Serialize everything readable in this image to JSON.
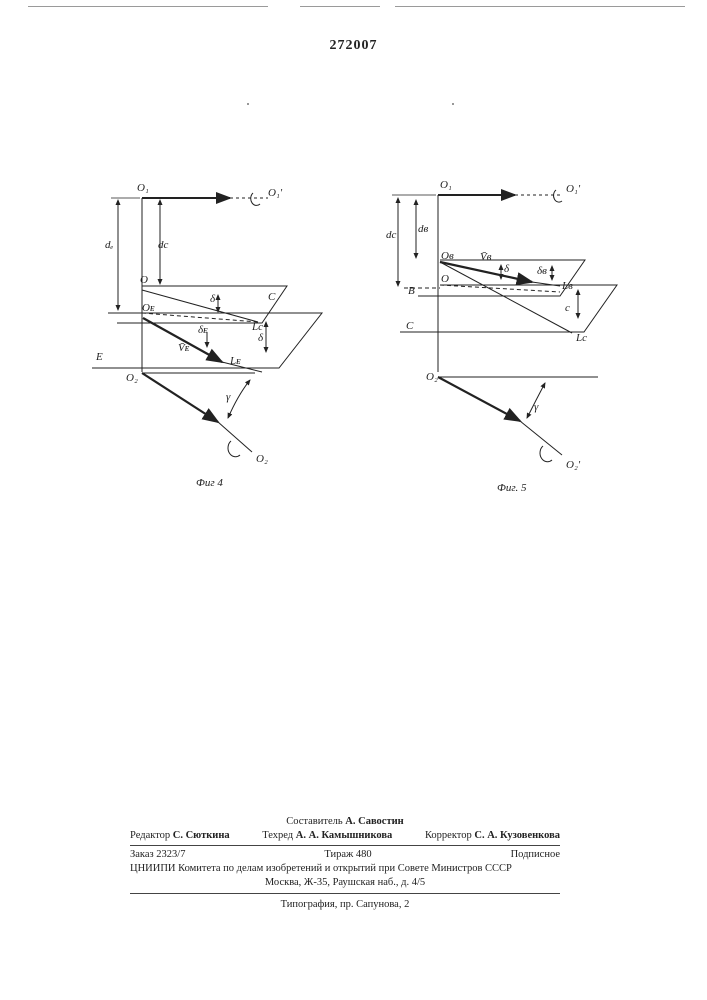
{
  "patent_number": "272007",
  "fig4": {
    "caption": "Фиг 4",
    "labels": {
      "O1": "O₁",
      "O1p": "O₁′",
      "dE": "dₑ",
      "dc": "dc",
      "O": "O",
      "C": "C",
      "OE": "Oᴇ",
      "delta": "δ",
      "deltaE": "δᴇ",
      "Lc": "Lc",
      "VE": "V̄ᴇ",
      "LE": "Lᴇ",
      "E": "E",
      "O2": "O₂",
      "gamma": "γ",
      "O2b": "O₂"
    }
  },
  "fig5": {
    "caption": "Фиг. 5",
    "labels": {
      "O1": "O₁",
      "O1p": "O₁′",
      "dc": "dc",
      "dB": "dв",
      "OB": "Oв",
      "VB": "V̄в",
      "delta": "δ",
      "deltaB": "δв",
      "LB": "Lв",
      "B": "B",
      "O": "O",
      "C": "C",
      "deltaC": "c",
      "Lc": "Lc",
      "O2": "O₂",
      "gamma": "γ",
      "O2p": "O₂′"
    }
  },
  "footer": {
    "compiler_label": "Составитель",
    "compiler_name": "А. Савостин",
    "editor_label": "Редактор",
    "editor_name": "С. Сюткина",
    "techred_label": "Техред",
    "techred_name": "А. А. Камышникова",
    "corrector_label": "Корректор",
    "corrector_name": "С. А. Кузовенкова",
    "order": "Заказ 2323/7",
    "circulation": "Тираж 480",
    "subscription": "Подписное",
    "org_line": "ЦНИИПИ Комитета по делам изобретений и открытий при Совете Министров СССР",
    "address": "Москва, Ж-35, Раушская наб., д. 4/5",
    "printing": "Типография, пр. Сапунова, 2"
  }
}
